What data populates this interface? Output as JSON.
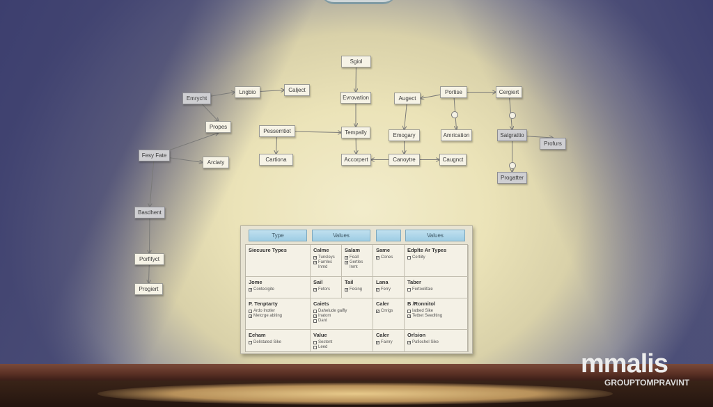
{
  "nodes": [
    {
      "id": "sgiol",
      "label": "Sgiol"
    },
    {
      "id": "lngbio",
      "label": "Lngbio"
    },
    {
      "id": "calject",
      "label": "Calject"
    },
    {
      "id": "emrycht",
      "label": "Emrycht",
      "grey": true
    },
    {
      "id": "propes",
      "label": "Propes"
    },
    {
      "id": "evrovation",
      "label": "Evrovation"
    },
    {
      "id": "pessemtiot",
      "label": "Pessemtiot"
    },
    {
      "id": "tempally",
      "label": "Tempally"
    },
    {
      "id": "cartiona",
      "label": "Cartiona"
    },
    {
      "id": "accorpert",
      "label": "Accorpert"
    },
    {
      "id": "fesyfate",
      "label": "Fesy Fate",
      "grey": true
    },
    {
      "id": "arciaty",
      "label": "Arciaty"
    },
    {
      "id": "augect",
      "label": "Augect"
    },
    {
      "id": "portise",
      "label": "Portise"
    },
    {
      "id": "cergiert",
      "label": "Cergiert"
    },
    {
      "id": "emogary",
      "label": "Emogary"
    },
    {
      "id": "amrication",
      "label": "Amrication"
    },
    {
      "id": "satgrattio",
      "label": "Satgrattio",
      "grey": true
    },
    {
      "id": "profurs",
      "label": "Profurs",
      "grey": true
    },
    {
      "id": "canoytre",
      "label": "Canoytre"
    },
    {
      "id": "caugnct",
      "label": "Caugnct"
    },
    {
      "id": "progatter",
      "label": "Progatter",
      "grey": true
    },
    {
      "id": "basdhent",
      "label": "Basdhent",
      "grey": true
    },
    {
      "id": "porfifyct",
      "label": "Porfifyct"
    },
    {
      "id": "progiert",
      "label": "Progiert"
    }
  ],
  "edges": [
    [
      "sgiol",
      "evrovation"
    ],
    [
      "evrovation",
      "tempally"
    ],
    [
      "tempally",
      "accorpert"
    ],
    [
      "emrycht",
      "lngbio"
    ],
    [
      "lngbio",
      "calject"
    ],
    [
      "emrycht",
      "propes"
    ],
    [
      "fesyfate",
      "propes"
    ],
    [
      "fesyfate",
      "arciaty"
    ],
    [
      "fesyfate",
      "basdhent"
    ],
    [
      "pessemtiot",
      "tempally"
    ],
    [
      "pessemtiot",
      "cartiona"
    ],
    [
      "canoytre",
      "accorpert"
    ],
    [
      "canoytre",
      "caugnct"
    ],
    [
      "emogary",
      "canoytre"
    ],
    [
      "augect",
      "emogary"
    ],
    [
      "portise",
      "augect"
    ],
    [
      "portise",
      "cergiert"
    ],
    [
      "portise",
      "amrication"
    ],
    [
      "cergiert",
      "satgrattio"
    ],
    [
      "satgrattio",
      "profurs"
    ],
    [
      "satgrattio",
      "progatter"
    ],
    [
      "basdhent",
      "porfifyct"
    ],
    [
      "porfifyct",
      "progiert"
    ]
  ],
  "table": {
    "headers": [
      "Type",
      "Values",
      "",
      "Values"
    ],
    "cells": [
      {
        "title": "Siecuure Types",
        "items": []
      },
      {
        "title": "Calme",
        "items": [
          {
            "label": "Tunsleys",
            "checked": true
          },
          {
            "label": "Farnles Inmd",
            "checked": true
          }
        ]
      },
      {
        "title": "Salam",
        "items": [
          {
            "label": "Feall",
            "checked": true
          },
          {
            "label": "Gertles Inmt",
            "checked": true
          }
        ]
      },
      {
        "title": "Same",
        "items": [
          {
            "label": "Cones",
            "checked": true
          }
        ]
      },
      {
        "title": "Edplte Ar Types",
        "items": [
          {
            "label": "Certiity",
            "checked": false
          }
        ]
      },
      {
        "title": "Jome",
        "items": [
          {
            "label": "Conteclgite",
            "checked": true
          }
        ]
      },
      {
        "title": "Sail",
        "items": [
          {
            "label": "Fetors",
            "checked": true
          }
        ]
      },
      {
        "title": "Tail",
        "items": [
          {
            "label": "Fesing",
            "checked": true
          }
        ]
      },
      {
        "title": "Lana",
        "items": [
          {
            "label": "Ferry",
            "checked": true
          }
        ]
      },
      {
        "title": "Taber",
        "items": [
          {
            "label": "Fertoolifale",
            "checked": false
          }
        ]
      },
      {
        "title": "P. Tenptarty",
        "items": [
          {
            "label": "Ardo Inotler",
            "checked": false
          },
          {
            "label": "Metcrge abiting",
            "checked": true
          }
        ]
      },
      {
        "title": "Caiets",
        "span": 2,
        "items": [
          {
            "label": "Dahelude gaifly",
            "checked": false
          },
          {
            "label": "Inatom",
            "checked": true
          },
          {
            "label": "Dant",
            "checked": false
          }
        ]
      },
      {
        "title": "Caler",
        "items": [
          {
            "label": "Cnrigs",
            "checked": true
          }
        ]
      },
      {
        "title": "B /Ronnitol",
        "items": [
          {
            "label": "Iatbed Sike",
            "checked": false
          },
          {
            "label": "Tetbet Seedlting",
            "checked": true
          }
        ]
      },
      {
        "title": "Eeham",
        "items": [
          {
            "label": "Dellstated Sike",
            "checked": false
          }
        ]
      },
      {
        "title": "Value",
        "span": 2,
        "items": [
          {
            "label": "Sestent",
            "checked": false
          },
          {
            "label": "Leed",
            "checked": false
          }
        ]
      },
      {
        "title": "Caler",
        "items": [
          {
            "label": "Fainry",
            "checked": true
          }
        ]
      },
      {
        "title": "Orlsion",
        "items": [
          {
            "label": "Pafiochel Sike",
            "checked": true
          }
        ]
      }
    ]
  },
  "logo": {
    "name": "mmalis",
    "tagline": "GROUPTOMPRAVINT"
  },
  "colors": {
    "wall_shadow": "#4b4f78",
    "spotlight": "#f2eccb",
    "header_blue": "#a9d4e8",
    "trim": "#5a3024"
  }
}
